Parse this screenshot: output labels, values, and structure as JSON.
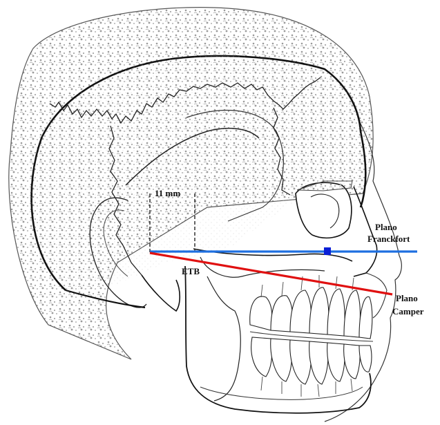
{
  "labels": {
    "measure": "11 mm",
    "etb": "ETB",
    "frankfort_line1": "Plano",
    "frankfort_line2": "Franckfort",
    "camper_line1": "Plano",
    "camper_line2": "Camper"
  },
  "colors": {
    "frankfort_plane": "#1e6fe0",
    "frankfort_marker": "#0a1fd6",
    "camper_plane": "#e01010",
    "outline": "#111111",
    "hair_texture": "#9a9a9a"
  }
}
